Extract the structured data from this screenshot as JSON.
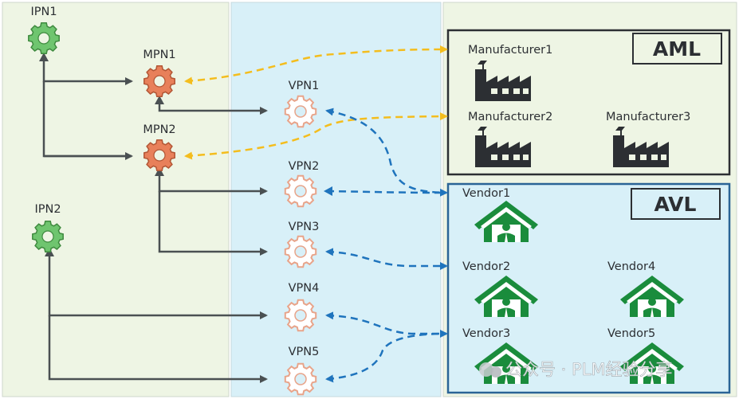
{
  "nodes": {
    "ipn1": "IPN1",
    "ipn2": "IPN2",
    "mpn1": "MPN1",
    "mpn2": "MPN2",
    "vpn1": "VPN1",
    "vpn2": "VPN2",
    "vpn3": "VPN3",
    "vpn4": "VPN4",
    "vpn5": "VPN5"
  },
  "aml": {
    "title": "AML",
    "manufacturers": [
      "Manufacturer1",
      "Manufacturer2",
      "Manufacturer3"
    ]
  },
  "avl": {
    "title": "AVL",
    "vendors": [
      "Vendor1",
      "Vendor2",
      "Vendor3",
      "Vendor4",
      "Vendor5"
    ]
  },
  "watermark": "公众号 · PLM经验分享",
  "colors": {
    "left_panel": "#eef5e4",
    "mid_panel": "#d8f0f8",
    "right_panel": "#eef5e4",
    "gear_green": "#6fc56f",
    "gear_orange": "#e8805a",
    "gear_white": "#ffffff",
    "arrow_gray": "#4a5052",
    "dash_yellow": "#f4bd1d",
    "dash_blue": "#1f74bd",
    "vendor_green": "#1a8c3c",
    "factory": "#2c2f33",
    "avl_border": "#2a6496"
  }
}
